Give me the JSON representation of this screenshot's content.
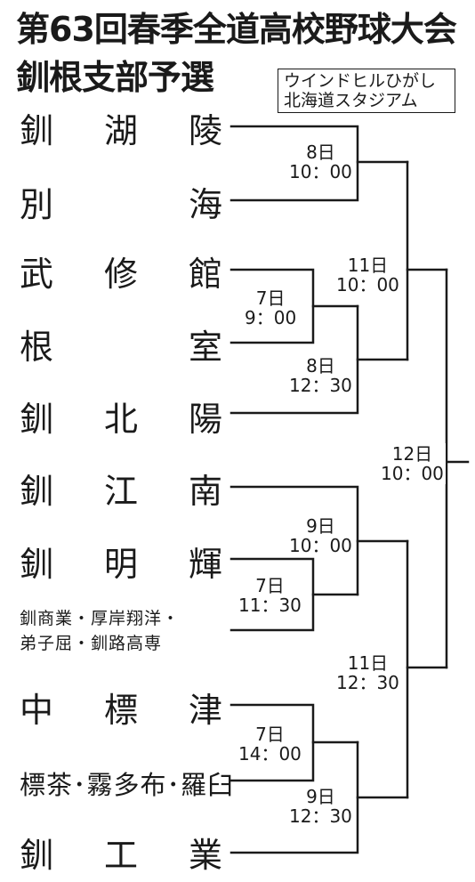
{
  "title": {
    "line1": "第63回春季全道高校野球大会",
    "line2": "釧根支部予選"
  },
  "venue": {
    "line1": "ウインドヒルひがし",
    "line2": "北海道スタジアム"
  },
  "teams": [
    {
      "chars": [
        "釧",
        "湖",
        "陵"
      ]
    },
    {
      "chars": [
        "別",
        "海"
      ]
    },
    {
      "chars": [
        "武",
        "修",
        "館"
      ]
    },
    {
      "chars": [
        "根",
        "室"
      ]
    },
    {
      "chars": [
        "釧",
        "北",
        "陽"
      ]
    },
    {
      "chars": [
        "釧",
        "江",
        "南"
      ]
    },
    {
      "chars": [
        "釧",
        "明",
        "輝"
      ]
    },
    {
      "lines": [
        "釧商業・厚岸翔洋・",
        "弟子屈・釧路高専"
      ]
    },
    {
      "chars": [
        "中",
        "標",
        "津"
      ]
    },
    {
      "text": "標茶･霧多布･羅臼"
    },
    {
      "chars": [
        "釧",
        "工",
        "業"
      ]
    }
  ],
  "games": [
    {
      "date": "8日",
      "time": "10：00"
    },
    {
      "date": "7日",
      "time": "9：00"
    },
    {
      "date": "8日",
      "time": "12：30"
    },
    {
      "date": "11日",
      "time": "10：00"
    },
    {
      "date": "7日",
      "time": "11：30"
    },
    {
      "date": "9日",
      "time": "10：00"
    },
    {
      "date": "7日",
      "time": "14：00"
    },
    {
      "date": "9日",
      "time": "12：30"
    },
    {
      "date": "11日",
      "time": "12：30"
    },
    {
      "date": "12日",
      "time": "10：00"
    }
  ]
}
